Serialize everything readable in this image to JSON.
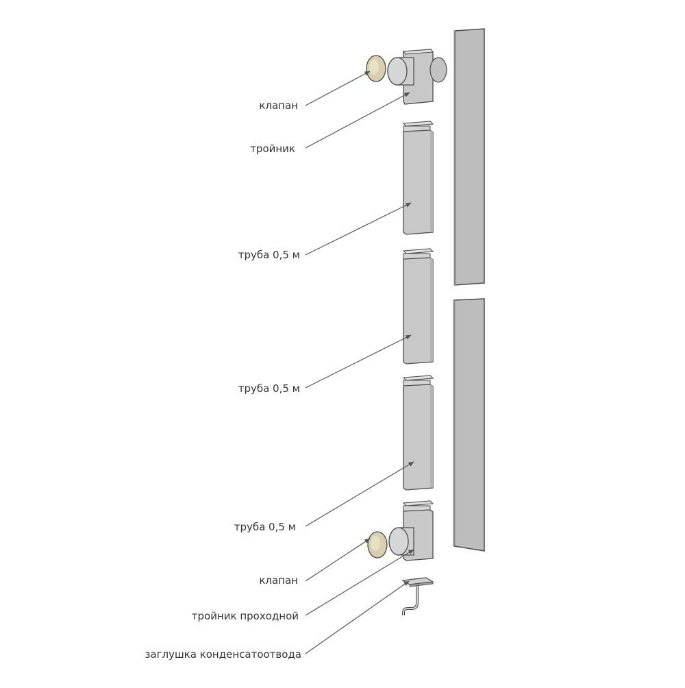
{
  "labels": {
    "valve_top": "клапан",
    "tee": "тройник",
    "pipe_1": "труба 0,5 м",
    "pipe_2": "труба 0,5 м",
    "pipe_3": "труба 0,5 м",
    "valve_bottom": "клапан",
    "tee_through": "тройник проходной",
    "condensate_cap": "заглушка конденсатоотвода"
  },
  "colors": {
    "pipe_body": "#c8c8c8",
    "pipe_side": "#b4b4b4",
    "pipe_top": "#e2e2e2",
    "panel": "#bdbdbd",
    "valve": "#d9cfae",
    "outline": "#4a4a4a",
    "leader": "#555555"
  }
}
